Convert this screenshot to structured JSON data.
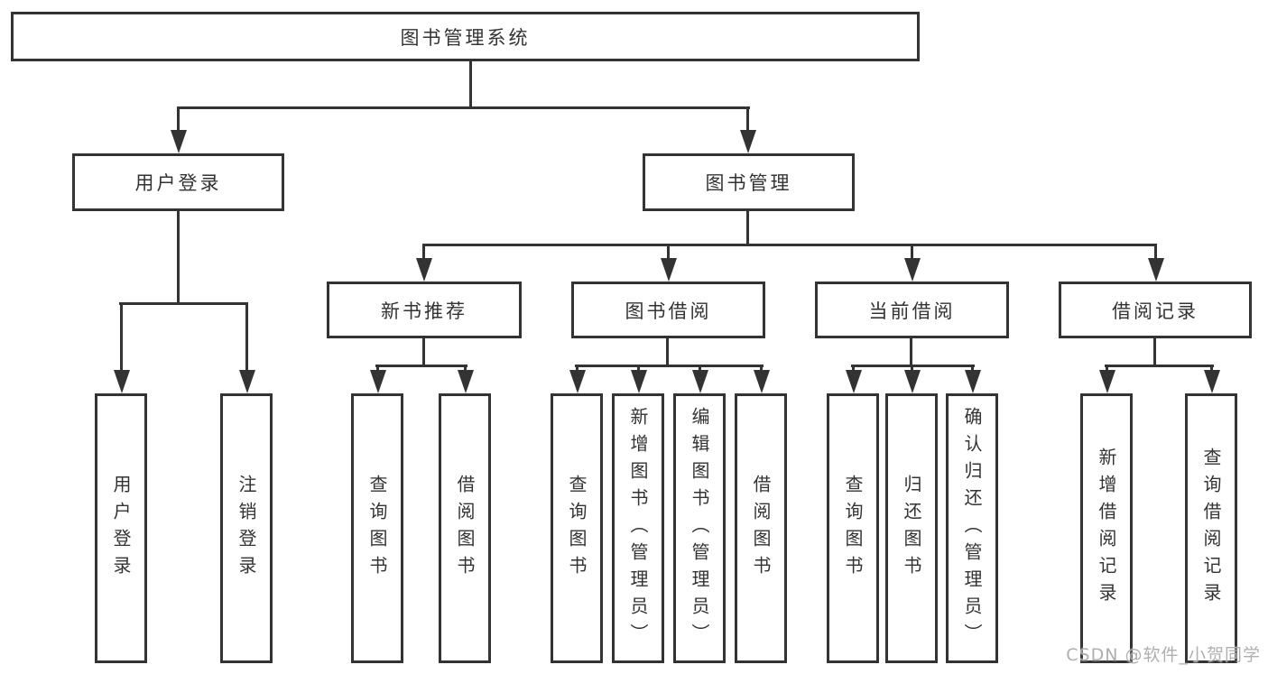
{
  "tree": {
    "root": {
      "label": "图书管理系统"
    },
    "branches": [
      {
        "label": "用户登录",
        "children": [
          {
            "label": "用户登录"
          },
          {
            "label": "注销登录"
          }
        ]
      },
      {
        "label": "图书管理",
        "children": [
          {
            "label": "新书推荐",
            "children": [
              {
                "label": "查询图书"
              },
              {
                "label": "借阅图书"
              }
            ]
          },
          {
            "label": "图书借阅",
            "children": [
              {
                "label": "查询图书"
              },
              {
                "label": "新增图书（管理员）"
              },
              {
                "label": "编辑图书（管理员）"
              },
              {
                "label": "借阅图书"
              }
            ]
          },
          {
            "label": "当前借阅",
            "children": [
              {
                "label": "查询图书"
              },
              {
                "label": "归还图书"
              },
              {
                "label": "确认归还（管理员）"
              }
            ]
          },
          {
            "label": "借阅记录",
            "children": [
              {
                "label": "新增借阅记录"
              },
              {
                "label": "查询借阅记录"
              }
            ]
          }
        ]
      }
    ]
  },
  "watermark": "CSDN @软件_小贺同学",
  "colors": {
    "line": "#333333",
    "text": "#333333",
    "box_background": "#ffffff",
    "page_background": "#ffffff",
    "watermark": "#a8a8a8"
  }
}
